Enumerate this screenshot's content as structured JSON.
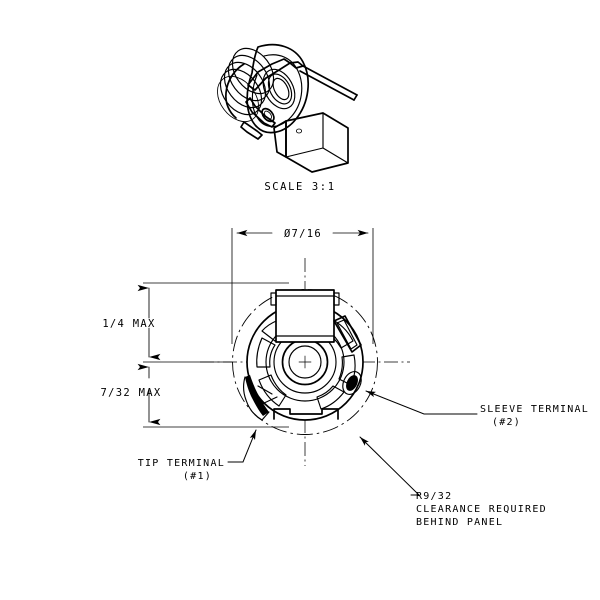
{
  "drawing": {
    "title": "Jack connector front panel mounting detail",
    "background_color": "#ffffff",
    "line_color": "#000000",
    "views": [
      {
        "name": "isometric-detail-view",
        "label": "SCALE  3:1",
        "description": "Pictorial 3:1 isometric detail of the jack body with terminal tabs and solder lug"
      },
      {
        "name": "front-elevation-view",
        "description": "Front view of panel-mount jack showing tip terminal, sleeve terminal and behind-panel clearance"
      }
    ]
  },
  "scale_note": {
    "label": "SCALE  3:1"
  },
  "dimensions": {
    "diameter": {
      "name": "overall-diameter",
      "symbol": "Ø",
      "value": "7/16",
      "text": "Ø7/16"
    },
    "upper_vertical": {
      "name": "upper-height-dimension",
      "value": "1/4",
      "qualifier": "MAX",
      "text": "1/4 MAX"
    },
    "lower_vertical": {
      "name": "lower-height-dimension",
      "value": "7/32",
      "qualifier": "MAX",
      "text": "7/32 MAX"
    }
  },
  "callouts": [
    {
      "name": "tip-terminal-callout",
      "line1": "TIP TERMINAL",
      "line2": "(#1)"
    },
    {
      "name": "sleeve-terminal-callout",
      "line1": "SLEEVE TERMINAL",
      "line2": "(#2)"
    },
    {
      "name": "clearance-callout",
      "line1": "R9/32",
      "line2": "CLEARANCE REQUIRED",
      "line3": "BEHIND PANEL"
    }
  ]
}
